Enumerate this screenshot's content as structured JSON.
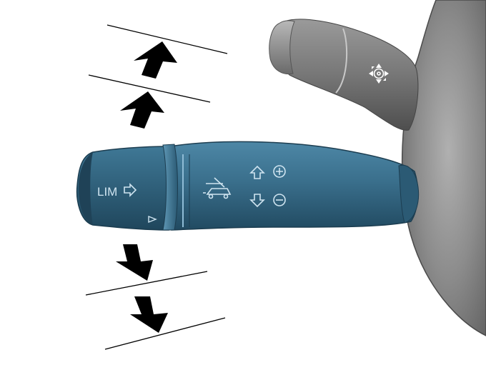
{
  "colors": {
    "background": "#ffffff",
    "column_shroud": "#8a8a8a",
    "upper_stalk": "#7a7a7a",
    "cruise_stalk": "#3a6f8c",
    "cruise_stalk_dark": "#27546e",
    "symbol": "#cfe4f0",
    "arrow": "#000000"
  },
  "cruise_stalk": {
    "lim_label": "LIM",
    "icons": [
      "cruise-vehicle-icon",
      "up-arrow-icon",
      "plus-icon",
      "down-arrow-icon",
      "minus-icon",
      "small-triangle-icon"
    ]
  },
  "upper_stalk": {
    "icons": [
      "steering-wheel-adjust-icon"
    ]
  },
  "arrows": {
    "up": [
      "up-arrow-step-1",
      "up-arrow-step-2"
    ],
    "down": [
      "down-arrow-step-1",
      "down-arrow-step-2"
    ]
  }
}
